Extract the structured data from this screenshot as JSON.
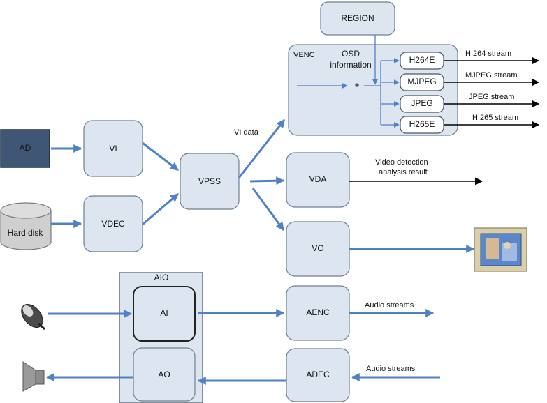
{
  "nodes": {
    "region": "REGION",
    "venc": "VENC",
    "osd": [
      "OSD",
      "information"
    ],
    "plus": "+",
    "h264e": "H264E",
    "mjpeg": "MJPEG",
    "jpeg": "JPEG",
    "h265e": "H265E",
    "ad": "AD",
    "vi": "VI",
    "vdec": "VDEC",
    "hard_disk": "Hard disk",
    "vpss": "VPSS",
    "vda": "VDA",
    "vo": "VO",
    "aio": "AIO",
    "ai": "AI",
    "ao": "AO",
    "aenc": "AENC",
    "adec": "ADEC"
  },
  "edge_labels": {
    "h264_stream": "H.264 stream",
    "mjpeg_stream": "MJPEG stream",
    "jpeg_stream": "JPEG stream",
    "h265_stream": "H.265 stream",
    "vi_data": "VI data",
    "vda_result": [
      "Video detection",
      "analysis result"
    ],
    "audio_out": "Audio streams",
    "audio_in": "Audio streams"
  },
  "colors": {
    "box_fill": "#dde6f0",
    "ad_fill": "#3f5675",
    "arrow_blue": "#4f81c7",
    "arrow_black": "#000000"
  },
  "icons": {
    "disk": "hard-disk-icon",
    "monitor": "monitor-icon",
    "microphone": "microphone-icon",
    "speaker": "speaker-icon"
  }
}
